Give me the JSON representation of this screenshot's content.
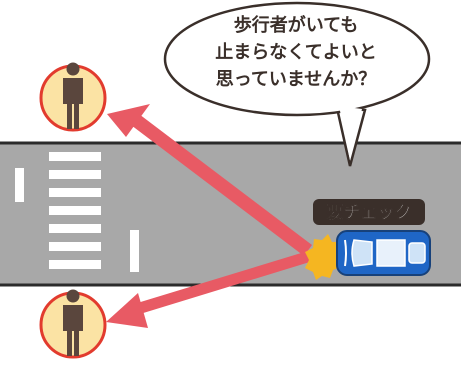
{
  "speech_bubble": {
    "lines": [
      "歩行者がいても",
      "止まらなくてよいと",
      "思っていませんか？"
    ]
  },
  "check_label": "要チェック",
  "colors": {
    "road": "#a8a8a8",
    "road_edge": "#2b2b2b",
    "arrow": "#e85a64",
    "car": "#1f66c6",
    "pedestrian_ring": "#e23b2e",
    "pedestrian_fill": "#fbe3a4",
    "pedestrian": "#5a463d",
    "headlight": "#f5b621"
  },
  "icons": [
    "pedestrian-icon",
    "car-icon",
    "speech-bubble-icon"
  ]
}
